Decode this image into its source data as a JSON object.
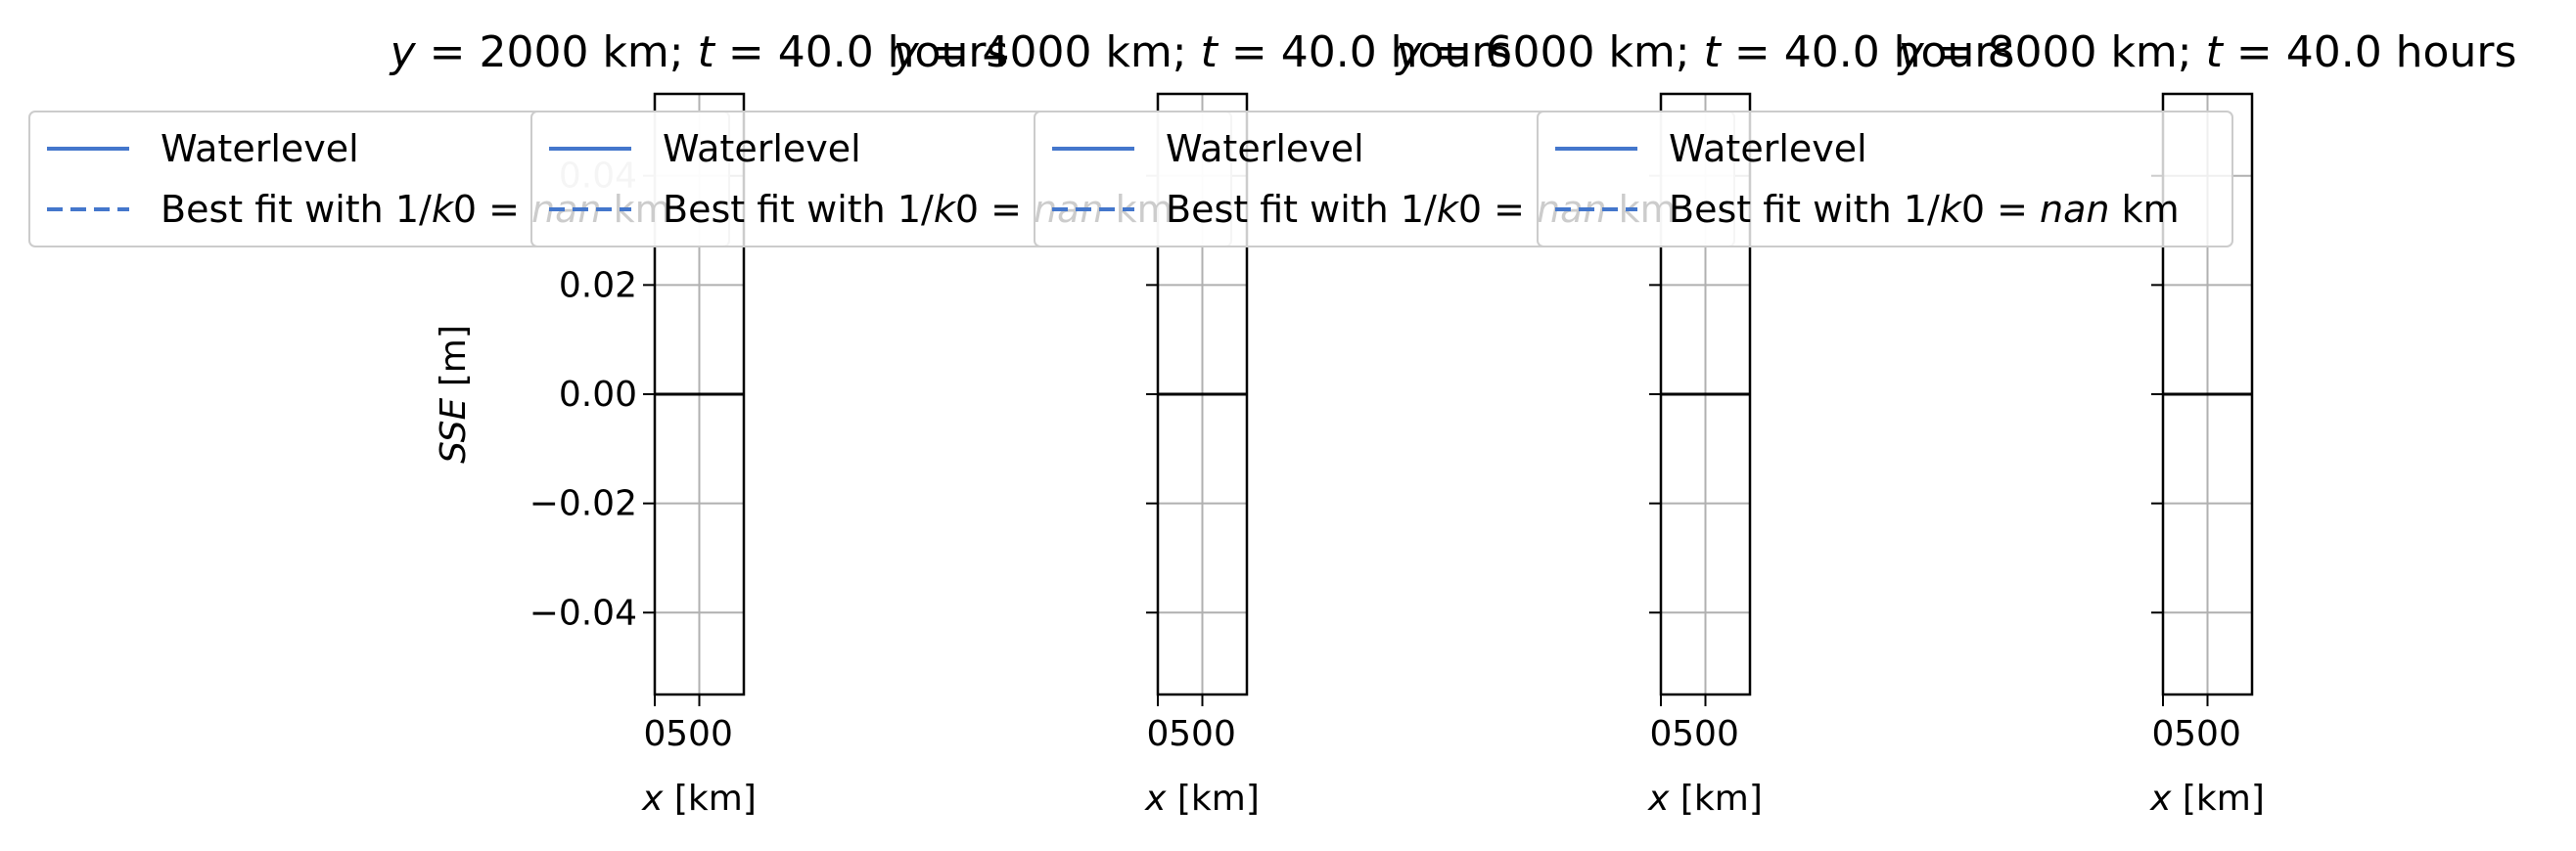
{
  "chart_data": [
    {
      "type": "line",
      "title": "y = 2000 km; t = 40.0 hours",
      "title_parts": {
        "y_sym": "y",
        "y_rest": " = 2000 km; ",
        "t_sym": "t",
        "t_rest": " = 40.0 hours"
      },
      "xlabel": {
        "sym": "x",
        "rest": " [km]"
      },
      "ylabel": {
        "sym": "SSE",
        "rest": " [m]"
      },
      "xticks": [
        "0",
        "500"
      ],
      "yticks": [
        "0.04",
        "0.02",
        "0.00",
        "−0.02",
        "−0.04"
      ],
      "xlim": [
        0,
        1000
      ],
      "ylim": [
        -0.055,
        0.055
      ],
      "grid": true,
      "legend_position": "top-left",
      "legend": [
        {
          "label": "Waterlevel",
          "style": "solid"
        },
        {
          "label_prefix": "Best fit with 1/",
          "label_k": "k",
          "label_mid": "0 = ",
          "label_nan": "nan",
          "label_suffix": " km",
          "style": "dashed"
        }
      ],
      "series": [
        {
          "name": "Waterlevel",
          "x": [
            0,
            1000
          ],
          "y": [
            0,
            0
          ]
        }
      ]
    },
    {
      "type": "line",
      "title": "y = 4000 km; t = 40.0 hours",
      "title_parts": {
        "y_sym": "y",
        "y_rest": " = 4000 km; ",
        "t_sym": "t",
        "t_rest": " = 40.0 hours"
      },
      "xlabel": {
        "sym": "x",
        "rest": " [km]"
      },
      "xticks": [
        "0",
        "500"
      ],
      "xlim": [
        0,
        1000
      ],
      "ylim": [
        -0.055,
        0.055
      ],
      "grid": true,
      "legend_position": "top-left",
      "legend": [
        {
          "label": "Waterlevel",
          "style": "solid"
        },
        {
          "label_prefix": "Best fit with 1/",
          "label_k": "k",
          "label_mid": "0 = ",
          "label_nan": "nan",
          "label_suffix": " km",
          "style": "dashed"
        }
      ],
      "series": [
        {
          "name": "Waterlevel",
          "x": [
            0,
            1000
          ],
          "y": [
            0,
            0
          ]
        }
      ]
    },
    {
      "type": "line",
      "title": "y = 6000 km; t = 40.0 hours",
      "title_parts": {
        "y_sym": "y",
        "y_rest": " = 6000 km; ",
        "t_sym": "t",
        "t_rest": " = 40.0 hours"
      },
      "xlabel": {
        "sym": "x",
        "rest": " [km]"
      },
      "xticks": [
        "0",
        "500"
      ],
      "xlim": [
        0,
        1000
      ],
      "ylim": [
        -0.055,
        0.055
      ],
      "grid": true,
      "legend_position": "top-left",
      "legend": [
        {
          "label": "Waterlevel",
          "style": "solid"
        },
        {
          "label_prefix": "Best fit with 1/",
          "label_k": "k",
          "label_mid": "0 = ",
          "label_nan": "nan",
          "label_suffix": " km",
          "style": "dashed"
        }
      ],
      "series": [
        {
          "name": "Waterlevel",
          "x": [
            0,
            1000
          ],
          "y": [
            0,
            0
          ]
        }
      ]
    },
    {
      "type": "line",
      "title": "y = 8000 km; t = 40.0 hours",
      "title_parts": {
        "y_sym": "y",
        "y_rest": " = 8000 km; ",
        "t_sym": "t",
        "t_rest": " = 40.0 hours"
      },
      "xlabel": {
        "sym": "x",
        "rest": " [km]"
      },
      "xticks": [
        "0",
        "500"
      ],
      "xlim": [
        0,
        1000
      ],
      "ylim": [
        -0.055,
        0.055
      ],
      "grid": true,
      "legend_position": "top-left",
      "legend": [
        {
          "label": "Waterlevel",
          "style": "solid"
        },
        {
          "label_prefix": "Best fit with 1/",
          "label_k": "k",
          "label_mid": "0 = ",
          "label_nan": "nan",
          "label_suffix": " km",
          "style": "dashed"
        }
      ],
      "series": [
        {
          "name": "Waterlevel",
          "x": [
            0,
            1000
          ],
          "y": [
            0,
            0
          ]
        }
      ]
    }
  ],
  "colors": {
    "series": "#4477cc",
    "grid": "#b0b0b0",
    "frame": "#000000",
    "legend_border": "#cccccc"
  }
}
